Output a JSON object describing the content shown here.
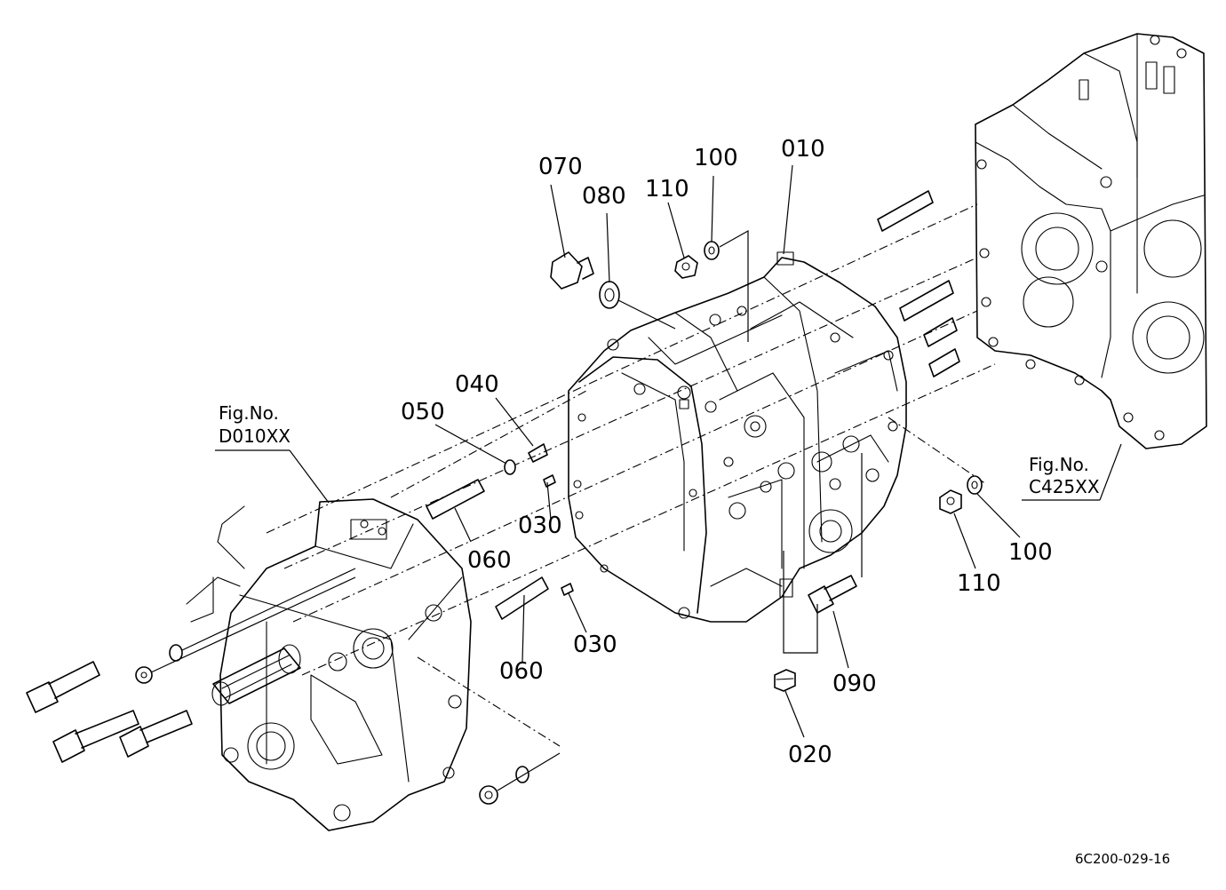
{
  "parts": {
    "p010": "010",
    "p020": "020",
    "p030a": "030",
    "p030b": "030",
    "p040": "040",
    "p050": "050",
    "p060a": "060",
    "p060b": "060",
    "p070": "070",
    "p080": "080",
    "p090": "090",
    "p100a": "100",
    "p100b": "100",
    "p110a": "110",
    "p110b": "110"
  },
  "refs": {
    "left_line1": "Fig.No.",
    "left_line2": "D010XX",
    "right_line1": "Fig.No.",
    "right_line2": "C425XX"
  },
  "drawing_code": "6C200-029-16"
}
